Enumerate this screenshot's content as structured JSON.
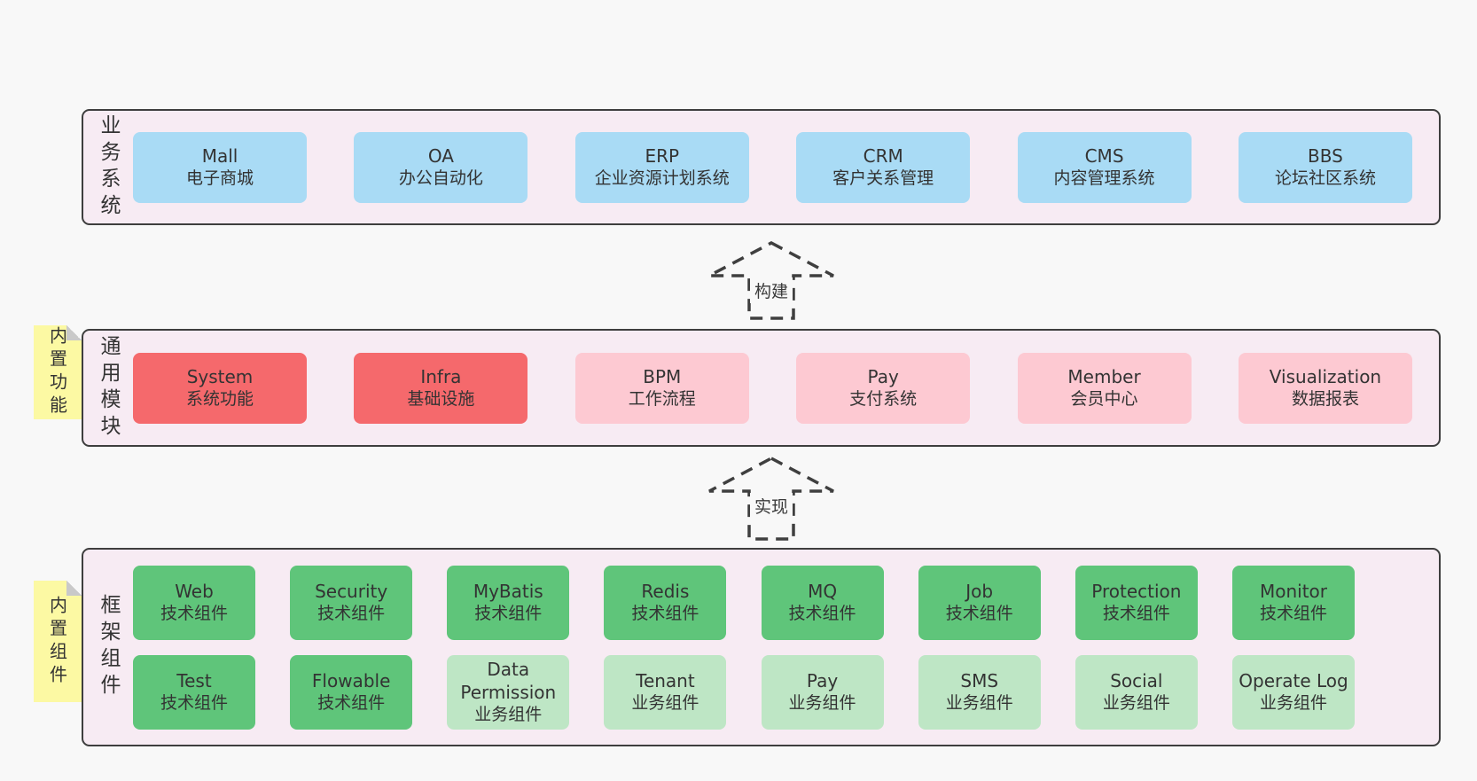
{
  "colors": {
    "page_bg": "#f8f8f8",
    "band_bg": "#f7ebf3",
    "band_border": "#3e3e3e",
    "blue": "#a9dbf5",
    "red": "#f5696c",
    "pink": "#fdc9d2",
    "green": "#5fc57a",
    "light_green": "#bee6c5",
    "sticky_yellow": "#fcf9a3",
    "text": "#333333"
  },
  "arrows": [
    {
      "label": "构建"
    },
    {
      "label": "实现"
    }
  ],
  "bands": [
    {
      "label": "业务系统",
      "boxes": [
        {
          "title": "Mall",
          "subtitle": "电子商城"
        },
        {
          "title": "OA",
          "subtitle": "办公自动化"
        },
        {
          "title": "ERP",
          "subtitle": "企业资源计划系统"
        },
        {
          "title": "CRM",
          "subtitle": "客户关系管理"
        },
        {
          "title": "CMS",
          "subtitle": "内容管理系统"
        },
        {
          "title": "BBS",
          "subtitle": "论坛社区系统"
        }
      ]
    },
    {
      "label": "通用模块",
      "sticky": "内置功能",
      "boxes": [
        {
          "title": "System",
          "subtitle": "系统功能"
        },
        {
          "title": "Infra",
          "subtitle": "基础设施"
        },
        {
          "title": "BPM",
          "subtitle": "工作流程"
        },
        {
          "title": "Pay",
          "subtitle": "支付系统"
        },
        {
          "title": "Member",
          "subtitle": "会员中心"
        },
        {
          "title": "Visualization",
          "subtitle": "数据报表"
        }
      ]
    },
    {
      "label": "框架组件",
      "sticky": "内置组件",
      "rows": [
        [
          {
            "title": "Web",
            "subtitle": "技术组件"
          },
          {
            "title": "Security",
            "subtitle": "技术组件"
          },
          {
            "title": "MyBatis",
            "subtitle": "技术组件"
          },
          {
            "title": "Redis",
            "subtitle": "技术组件"
          },
          {
            "title": "MQ",
            "subtitle": "技术组件"
          },
          {
            "title": "Job",
            "subtitle": "技术组件"
          },
          {
            "title": "Protection",
            "subtitle": "技术组件"
          },
          {
            "title": "Monitor",
            "subtitle": "技术组件"
          }
        ],
        [
          {
            "title": "Test",
            "subtitle": "技术组件"
          },
          {
            "title": "Flowable",
            "subtitle": "技术组件"
          },
          {
            "title": "Data Permission",
            "subtitle": "业务组件"
          },
          {
            "title": "Tenant",
            "subtitle": "业务组件"
          },
          {
            "title": "Pay",
            "subtitle": "业务组件"
          },
          {
            "title": "SMS",
            "subtitle": "业务组件"
          },
          {
            "title": "Social",
            "subtitle": "业务组件"
          },
          {
            "title": "Operate Log",
            "subtitle": "业务组件"
          }
        ]
      ]
    }
  ]
}
